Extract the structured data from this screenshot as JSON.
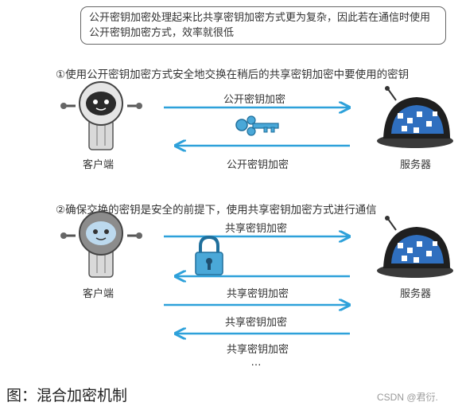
{
  "intro_text": "公开密钥加密处理起来比共享密钥加密方式更为复杂，因此若在通信时使用公开密钥加密方式，效率就很低",
  "step1": {
    "title": "①使用公开密钥加密方式安全地交换在稍后的共享密钥加密中要使用的密钥",
    "client_label": "客户端",
    "server_label": "服务器",
    "arrow_right_label": "公开密钥加密",
    "arrow_left_label": "公开密钥加密"
  },
  "step2": {
    "title": "②确保交换的密钥是安全的前提下，使用共享密钥加密方式进行通信",
    "client_label": "客户端",
    "server_label": "服务器",
    "arrow_labels": [
      "共享密钥加密",
      "共享密钥加密",
      "共享密钥加密",
      "共享密钥加密"
    ],
    "ellipsis": "…"
  },
  "caption": "图：混合加密机制",
  "watermark": "CSDN @君衍.",
  "colors": {
    "arrow": "#2ea1da",
    "key": "#4aa8d8",
    "lock": "#4aa8d8",
    "robot_body": "#d9d9d9",
    "robot_dark": "#3a3a3a",
    "server_shell": "#1f1f1f",
    "server_screen": "#2f6fbf"
  }
}
